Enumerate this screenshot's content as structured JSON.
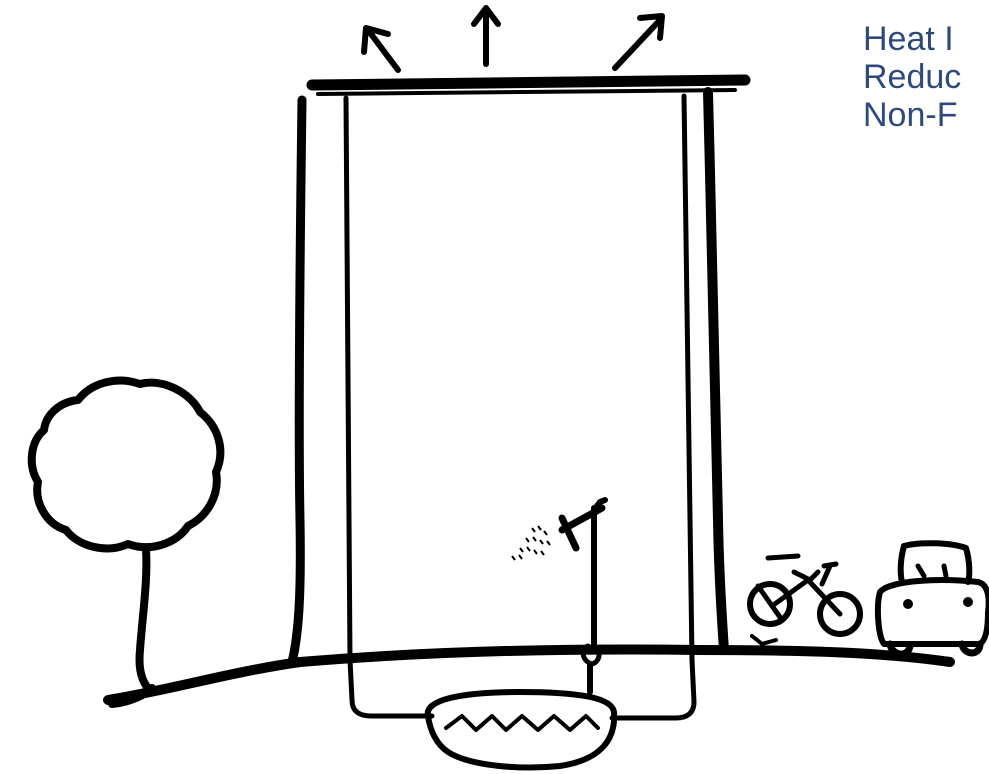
{
  "caption": {
    "lines": [
      "Heat I",
      "Reduc",
      "Non-F"
    ]
  },
  "colors": {
    "ink": "#000000",
    "caption_text": "#2e4a7d",
    "background": "#ffffff"
  },
  "icons": {
    "heat_arrows": "arrow-up-icon",
    "tree": "tree-icon",
    "shower": "shower-icon",
    "bicycle": "bicycle-icon",
    "car": "car-icon",
    "cistern": "water-tank-icon"
  }
}
